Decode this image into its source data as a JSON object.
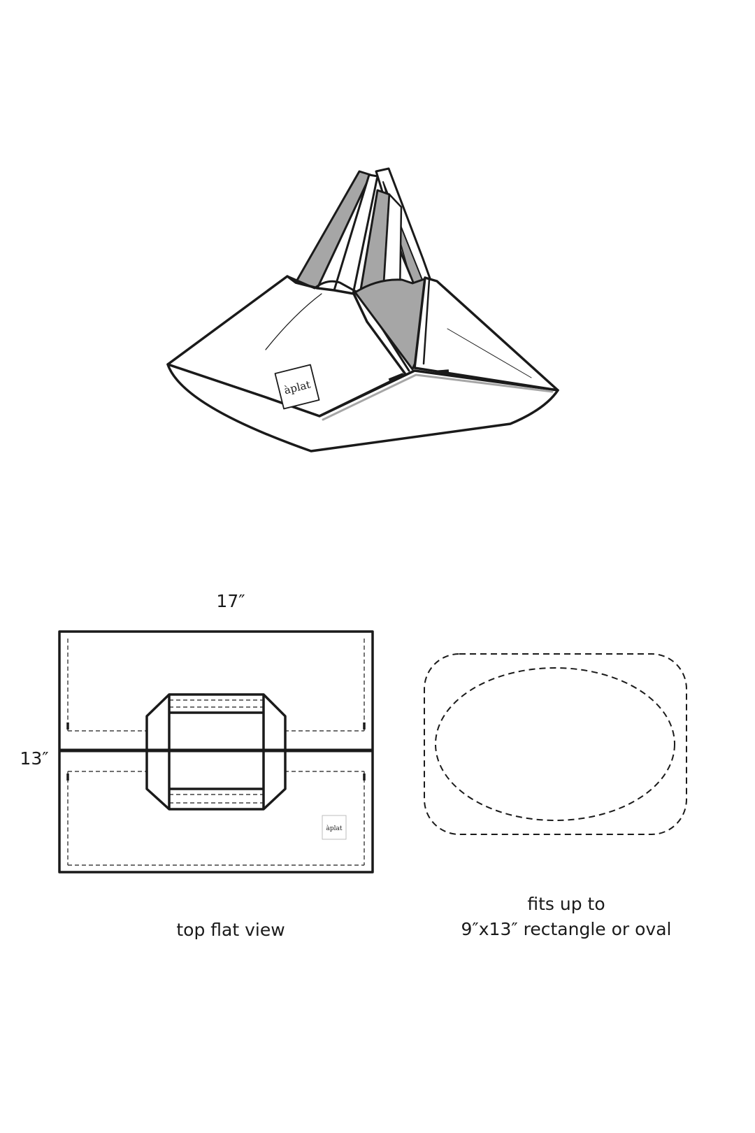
{
  "colors": {
    "stroke": "#1a1a1a",
    "fabric": "#ffffff",
    "lining": "#a6a6a6",
    "background": "#ffffff"
  },
  "brand": {
    "logo_text": "àplat"
  },
  "flat_view": {
    "width_label": "17″",
    "height_label": "13″",
    "caption": "top flat view"
  },
  "fit_view": {
    "caption_line1": "fits up to",
    "caption_line2": "9″x13″ rectangle or oval"
  }
}
